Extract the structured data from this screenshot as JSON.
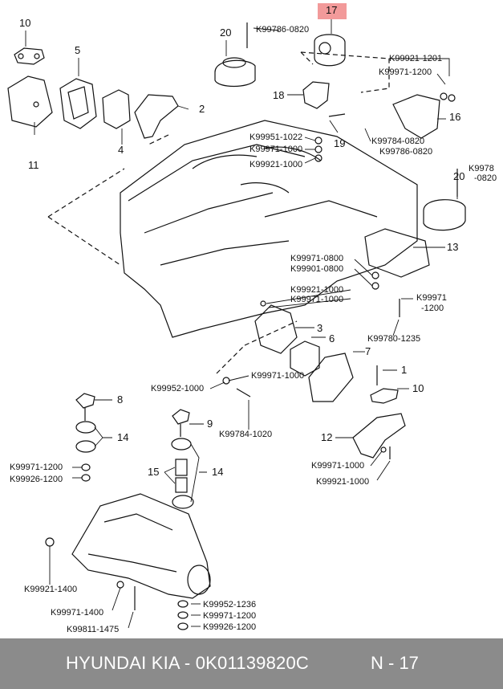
{
  "highlight_color": "#f29a9a",
  "footer_color": "#8b8b8b",
  "footer": {
    "brand_part": "HYUNDAI  KIA - 0K01139820C",
    "ref": "N - 17"
  },
  "callouts": {
    "n17": "17",
    "n20a": "20",
    "n20b": "20",
    "n10a": "10",
    "n10b": "10",
    "n5": "5",
    "n2": "2",
    "n4": "4",
    "n11": "11",
    "n18": "18",
    "n19": "19",
    "n16": "16",
    "n13": "13",
    "n3": "3",
    "n6": "6",
    "n7": "7",
    "n1": "1",
    "n8": "8",
    "n9": "9",
    "n14a": "14",
    "n14b": "14",
    "n15": "15",
    "n12": "12"
  },
  "part_codes": {
    "k99786_0820": "K99786-0820",
    "k99921_1201": "K99921-1201",
    "k99971_1200_top": "K99971-1200",
    "k99951_1022": "K99951-1022",
    "k99971_1000_a": "K99971-1000",
    "k99921_1000_a": "K99921-1000",
    "k99784_0820": "K99784-0820",
    "k99786_0820_b": "K99786-0820",
    "k9978_edge": "K9978",
    "k0820_edge": "-0820",
    "k99971_0800": "K99971-0800",
    "k99901_0800": "K99901-0800",
    "k99921_1000_b": "K99921-1000",
    "k99971_1000_b": "K99971-1000",
    "k99971_1200_right_a": "K99971",
    "k99971_1200_right_b": "-1200",
    "k99780_1235": "K99780-1235",
    "k99971_1000_c": "K99971-1000",
    "k99952_1000": "K99952-1000",
    "k99784_1020": "K99784-1020",
    "k99971_1200_left": "K99971-1200",
    "k99926_1200_left": "K99926-1200",
    "k99971_1000_d": "K99971-1000",
    "k99921_1000_c": "K99921-1000",
    "k99921_1400": "K99921-1400",
    "k99971_1400": "K99971-1400",
    "k99811_1475": "K99811-1475",
    "k99952_1236": "K99952-1236",
    "k99971_1200_bottom": "K99971-1200",
    "k99926_1200_bottom": "K99926-1200"
  }
}
